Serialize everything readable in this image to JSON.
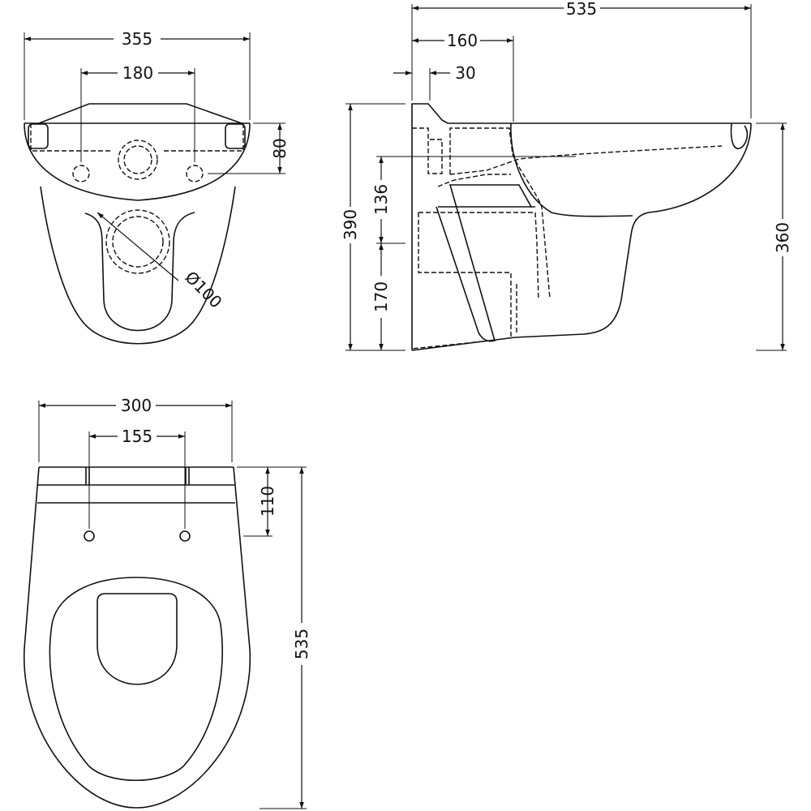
{
  "title": "Wall hung toilet technical drawing",
  "line_color": "#111111",
  "front_view": {
    "width_overall": "355",
    "fixing_centres": "180",
    "fixing_height": "80",
    "outlet_diameter": "Ø100"
  },
  "side_view": {
    "projection": "535",
    "inlet_offset": "160",
    "cistern_gap": "30",
    "overall_height": "390",
    "inlet_height": "136",
    "outlet_height": "170",
    "bowl_height": "360"
  },
  "top_view": {
    "width": "300",
    "seat_fixing_centres": "155",
    "seat_fixing_depth": "110",
    "length": "535"
  }
}
